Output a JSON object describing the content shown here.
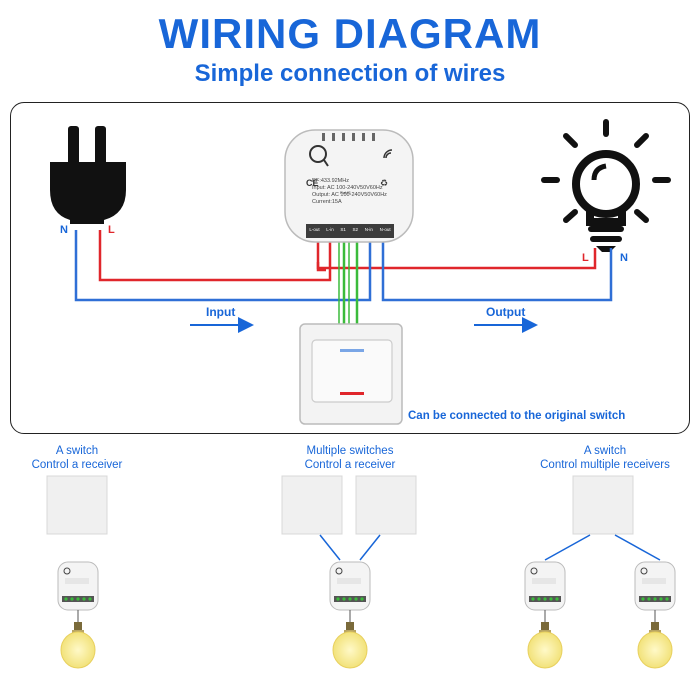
{
  "header": {
    "title": "WIRING DIAGRAM",
    "subtitle": "Simple connection of wires"
  },
  "main": {
    "plug_labels": {
      "n": "N",
      "l": "L"
    },
    "bulb_labels": {
      "l": "L",
      "n": "N"
    },
    "input_label": "Input",
    "output_label": "Output",
    "switch_note": "Can be connected to the original switch",
    "module": {
      "spec_lines": [
        "RF:433.92MHz",
        "Input:  AC 100-240V50V60Hz",
        "Output: AC 100-240V50V60Hz",
        "Current:15A"
      ],
      "terminals": [
        "L-out",
        "L-in",
        "S1",
        "S2",
        "N-in",
        "N-out"
      ],
      "cert_marks": [
        "CE",
        "RoHS"
      ]
    },
    "colors": {
      "accent": "#1866d8",
      "wire_red": "#e0262b",
      "wire_blue": "#2f6fd6",
      "wire_green": "#3bbb3b"
    }
  },
  "scenarios": [
    {
      "line1": "A switch",
      "line2": "Control a receiver"
    },
    {
      "line1": "Multiple switches",
      "line2": "Control a receiver"
    },
    {
      "line1": "A switch",
      "line2": "Control multiple receivers"
    }
  ]
}
